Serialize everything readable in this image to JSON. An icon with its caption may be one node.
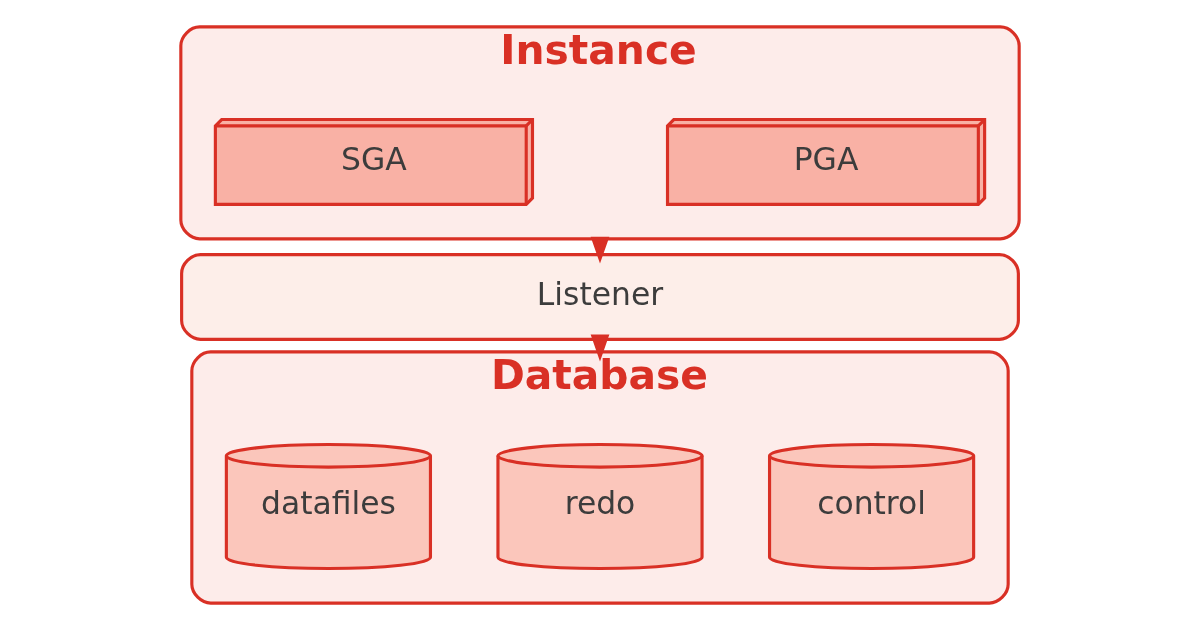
{
  "diagram": {
    "nodes": [
      {
        "text": [
          "Instance"
        ]
      },
      {
        "text": [
          "SGA"
        ],
        "in": 0
      },
      {
        "text": [
          "PGA"
        ],
        "in": 0
      },
      {
        "text": [
          "Listener"
        ]
      },
      {
        "text": [
          "Database"
        ]
      },
      {
        "text": [
          "datafiles"
        ],
        "in": 4
      },
      {
        "text": [
          "redo"
        ],
        "in": 4
      },
      {
        "text": [
          "control"
        ],
        "in": 4
      }
    ],
    "edges": [
      {
        "from": 0,
        "to": 3,
        "arrow": "to"
      },
      {
        "from": 3,
        "to": 4,
        "arrow": "to"
      }
    ]
  }
}
